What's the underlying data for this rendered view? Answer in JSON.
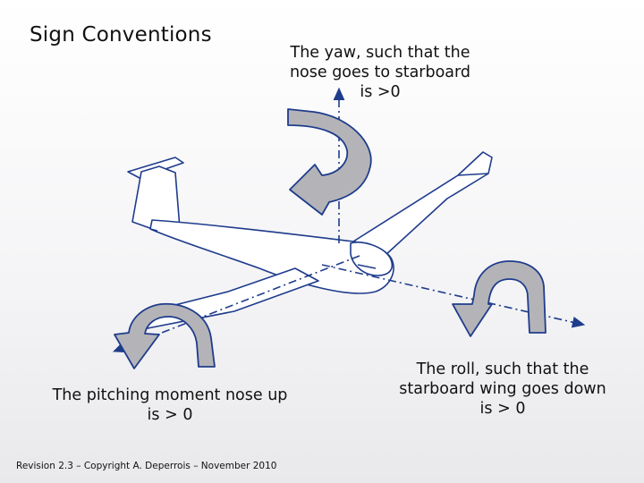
{
  "title": "Sign Conventions",
  "yaw_caption": [
    "The yaw, such that the",
    "nose goes to starboard",
    "is >0"
  ],
  "pitch_caption": [
    "The pitching moment nose up",
    "is > 0"
  ],
  "roll_caption": [
    "The roll, such that the",
    "starboard wing goes down",
    "is > 0"
  ],
  "footer": "Revision 2.3 – Copyright A. Deperrois – November 2010",
  "colors": {
    "glider_fill": "#ffffff",
    "glider_line": "#1f3c8c",
    "arrow_fill": "#b4b4b8",
    "arrow_stroke": "#1f3c8c",
    "axis": "#1f3c8c"
  }
}
